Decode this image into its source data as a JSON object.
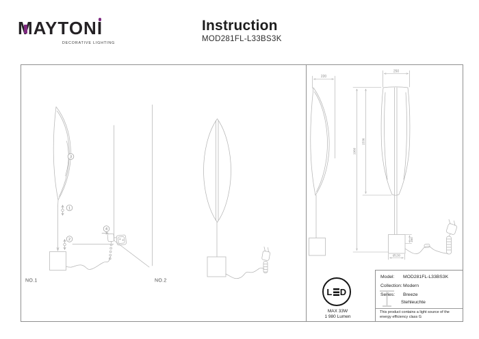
{
  "header": {
    "logo": {
      "m": "M",
      "middle": "AYTON",
      "i": "I",
      "full": "MAYTONI"
    },
    "tagline": "DECORATIVE LIGHTING",
    "title": "Instruction",
    "model": "MOD281FL-L33BS3K"
  },
  "sheet": {
    "figures": {
      "no1": "NO.1",
      "no2": "NO.2"
    },
    "callouts": {
      "c1": "1",
      "c2": "2",
      "c3": "3",
      "c4": "4"
    },
    "dimensions": {
      "depth": "220",
      "width": "250",
      "height_total": "1980",
      "height_shade": "1536",
      "base_diameter": "Ø130",
      "base_height": "160"
    }
  },
  "led_badge": {
    "label_l": "L",
    "label_d": "D",
    "max_power": "MAX 33W",
    "luminous_flux": "1 980 Lumen"
  },
  "info_table": {
    "model_label": "Model:",
    "model_value": "MOD281FL-L33BS3K",
    "collection_label": "Collection:",
    "collection_value": "Modern",
    "series_label": "Series:",
    "series_value": "Breeze",
    "series_value2": "Stehleuchte",
    "energy_note": "This product contains a light source of the energy efficiency class G"
  },
  "colors": {
    "accent": "#7e2a80",
    "line": "#b5b5b5",
    "border": "#8f8f8f"
  }
}
